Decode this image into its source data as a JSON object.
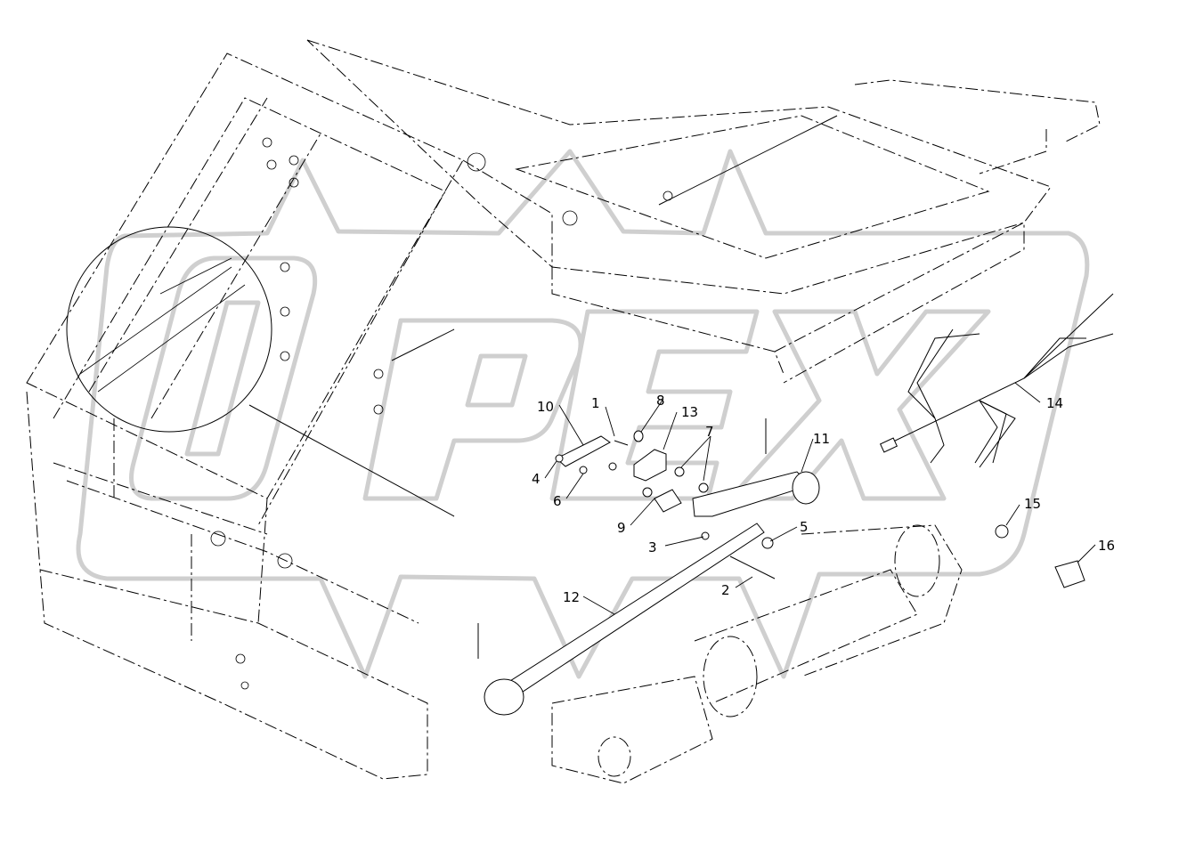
{
  "diagram": {
    "corner_mark": "",
    "watermark": "OPEX",
    "callouts": [
      {
        "id": "c1",
        "text": "1"
      },
      {
        "id": "c2",
        "text": "2"
      },
      {
        "id": "c3",
        "text": "3"
      },
      {
        "id": "c4",
        "text": "4"
      },
      {
        "id": "c5",
        "text": "5"
      },
      {
        "id": "c6",
        "text": "6"
      },
      {
        "id": "c7",
        "text": "7"
      },
      {
        "id": "c8",
        "text": "8"
      },
      {
        "id": "c9",
        "text": "9"
      },
      {
        "id": "c10",
        "text": "10"
      },
      {
        "id": "c11",
        "text": "11"
      },
      {
        "id": "c12",
        "text": "12"
      },
      {
        "id": "c13",
        "text": "13"
      },
      {
        "id": "c14",
        "text": "14"
      },
      {
        "id": "c15",
        "text": "15"
      },
      {
        "id": "c16",
        "text": "16"
      }
    ]
  }
}
